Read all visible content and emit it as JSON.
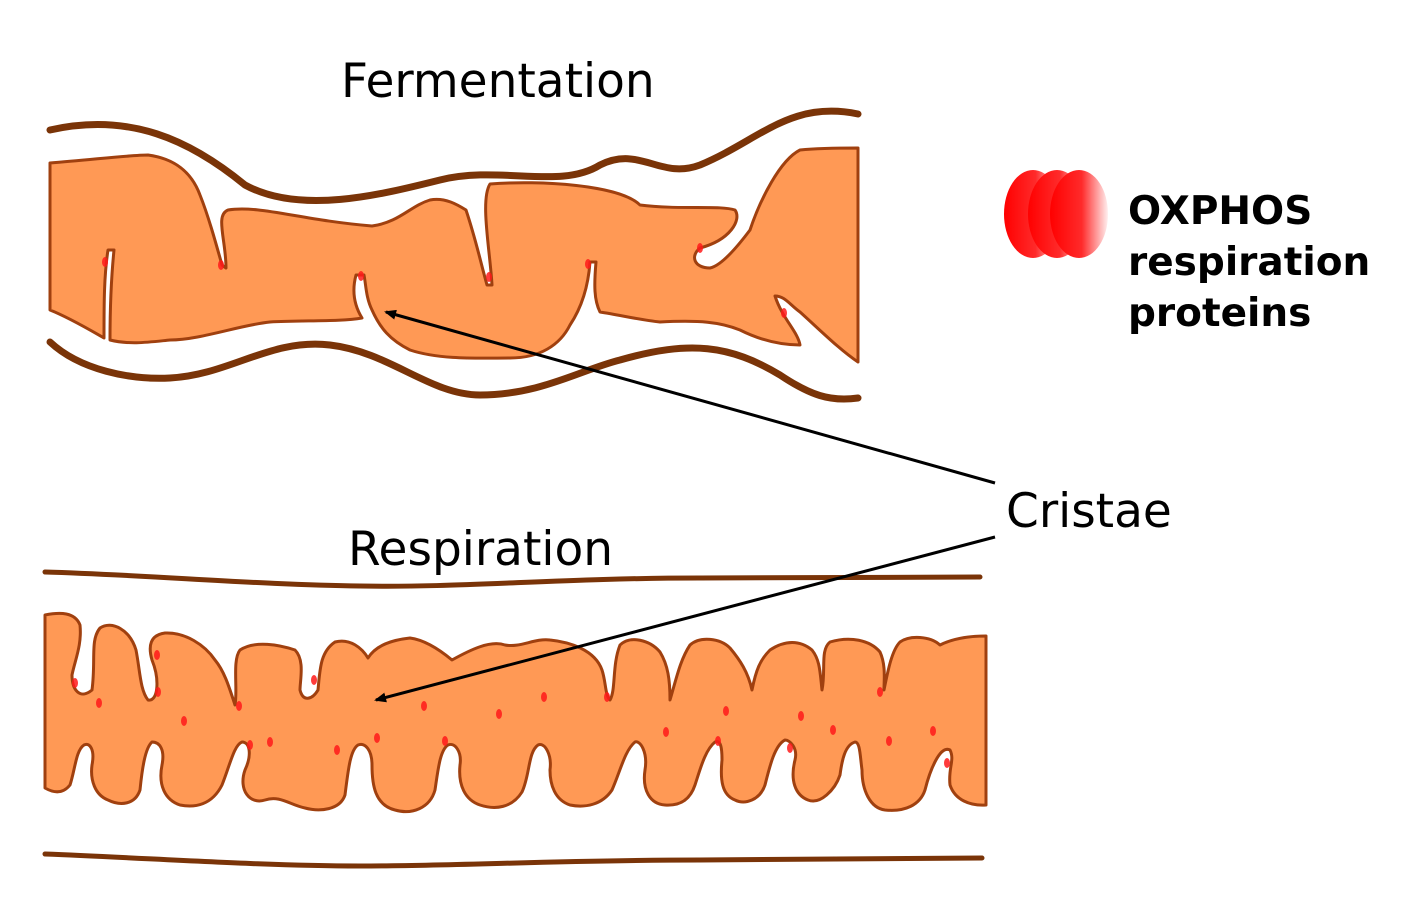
{
  "labels": {
    "fermentation": "Fermentation",
    "respiration": "Respiration",
    "cristae": "Cristae"
  },
  "legend": {
    "lines": [
      "OXPHOS",
      "respiration",
      "proteins"
    ],
    "icon": "oxphos-protein-icon"
  },
  "colors": {
    "matrix_fill": "#ff9955",
    "inner_membrane_stroke": "#a0400f",
    "outer_membrane": "#7a3408",
    "oxphos_protein": "#ff1a1a",
    "arrow": "#000000",
    "text": "#000000"
  }
}
